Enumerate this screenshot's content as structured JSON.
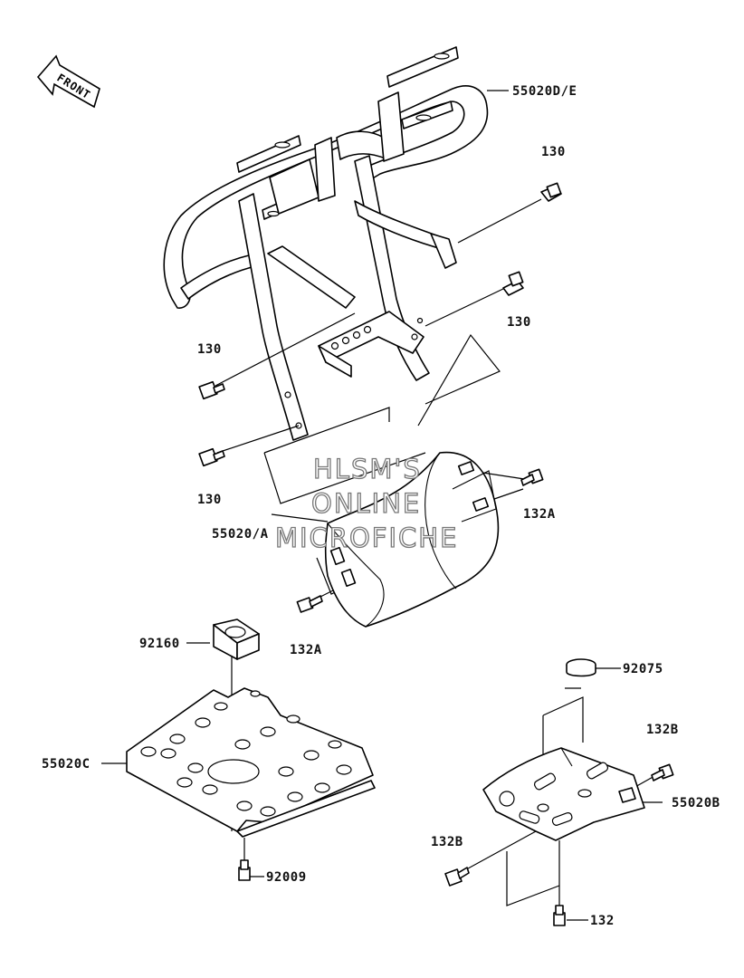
{
  "front_badge": "FRONT",
  "watermark": [
    "HLSM'S",
    "ONLINE",
    "MICROFICHE"
  ],
  "callouts": {
    "front_guard": "55020D/E",
    "bolt_right_upper": "130",
    "bolt_right_mid": "130",
    "bolt_left_upper": "130",
    "bolt_left_lower": "130",
    "skid_guard": "55020/A",
    "bolt_132a_right": "132A",
    "bolt_132a_left": "132A",
    "damper": "92160",
    "skid_plate": "55020C",
    "screw_92009": "92009",
    "cap_92075": "92075",
    "bolt_132b_top": "132B",
    "guard_55020b": "55020B",
    "bolt_132b_left": "132B",
    "bolt_132": "132"
  }
}
